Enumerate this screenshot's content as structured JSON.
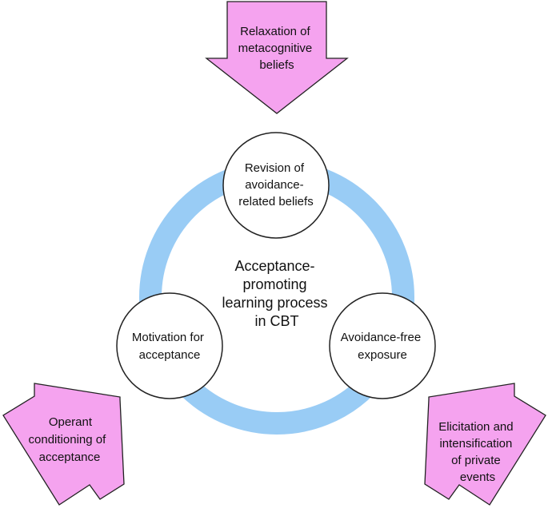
{
  "colors": {
    "ring": "#99ccf5",
    "arrow_fill": "#f5a3ef",
    "outline": "#222222",
    "node_fill": "#ffffff"
  },
  "center": {
    "lines": [
      "Acceptance-",
      "promoting",
      "learning process",
      "in CBT"
    ]
  },
  "nodes": [
    {
      "id": "revision",
      "lines": [
        "Revision of",
        "avoidance-",
        "related beliefs"
      ]
    },
    {
      "id": "motivation",
      "lines": [
        "Motivation for",
        "acceptance"
      ]
    },
    {
      "id": "exposure",
      "lines": [
        "Avoidance-free",
        "exposure"
      ]
    }
  ],
  "arrows": [
    {
      "id": "relaxation",
      "lines": [
        "Relaxation of",
        "metacognitive",
        "beliefs"
      ]
    },
    {
      "id": "operant",
      "lines": [
        "Operant",
        "conditioning of",
        "acceptance"
      ]
    },
    {
      "id": "elicitation",
      "lines": [
        "Elicitation and",
        "intensification",
        "of private",
        "events"
      ]
    }
  ]
}
